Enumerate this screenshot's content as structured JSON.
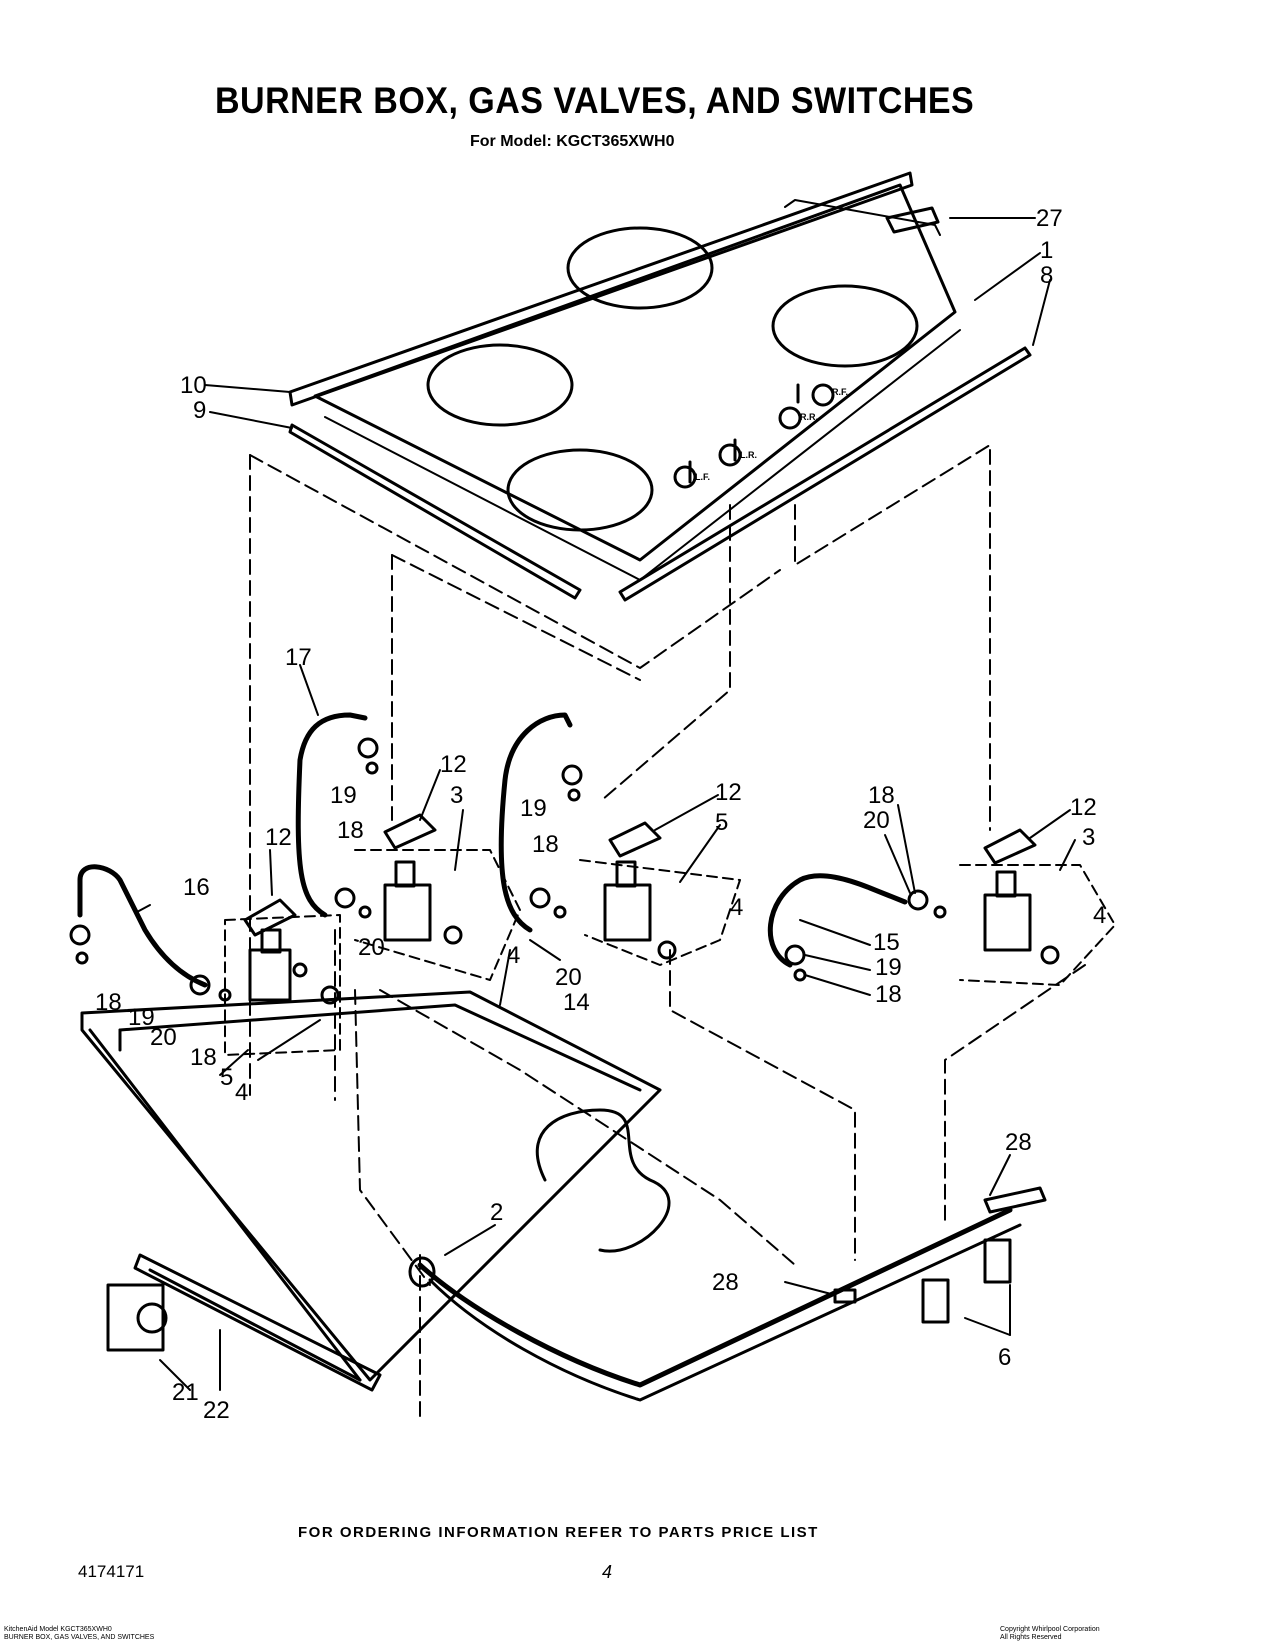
{
  "header": {
    "title": "BURNER BOX, GAS VALVES, AND SWITCHES",
    "model_line": "For Model: KGCT365XWH0"
  },
  "cooktop_labels": {
    "left_front": "L.F.",
    "left_rear": "L.R.",
    "right_rear": "R.R.",
    "right_front": "R.F."
  },
  "callouts": [
    "1",
    "2",
    "3",
    "4",
    "5",
    "6",
    "8",
    "9",
    "10",
    "12",
    "14",
    "15",
    "16",
    "17",
    "18",
    "19",
    "20",
    "21",
    "22",
    "27",
    "28"
  ],
  "footer": {
    "ordering_note": "FOR ORDERING INFORMATION REFER TO PARTS PRICE LIST",
    "doc_number": "4174171",
    "page_number": "4",
    "fine_left_1": "KitchenAid Model KGCT365XWH0",
    "fine_left_2": "BURNER BOX, GAS VALVES, AND SWITCHES",
    "fine_right_1": "Copyright Whirlpool Corporation",
    "fine_right_2": "All Rights Reserved"
  }
}
